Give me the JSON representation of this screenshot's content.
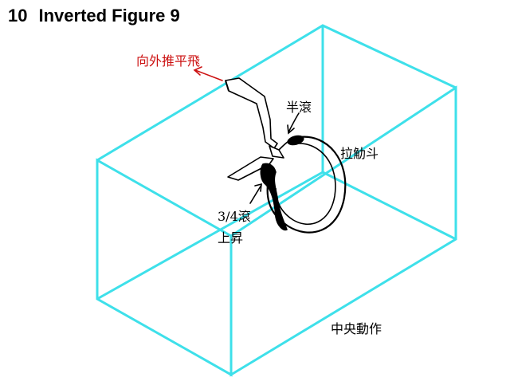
{
  "figure": {
    "number": "10",
    "title": "Inverted Figure 9"
  },
  "labels": {
    "fly_out": "向外推平飛",
    "half_roll": "半滾",
    "pull_loop": "拉觔斗",
    "three_quarter_roll": "3/4滾",
    "climb": "上昇",
    "center_maneuver": "中央動作"
  },
  "colors": {
    "box": "#3ee0ea",
    "annotation_red": "#cc1111",
    "path": "#000000"
  }
}
